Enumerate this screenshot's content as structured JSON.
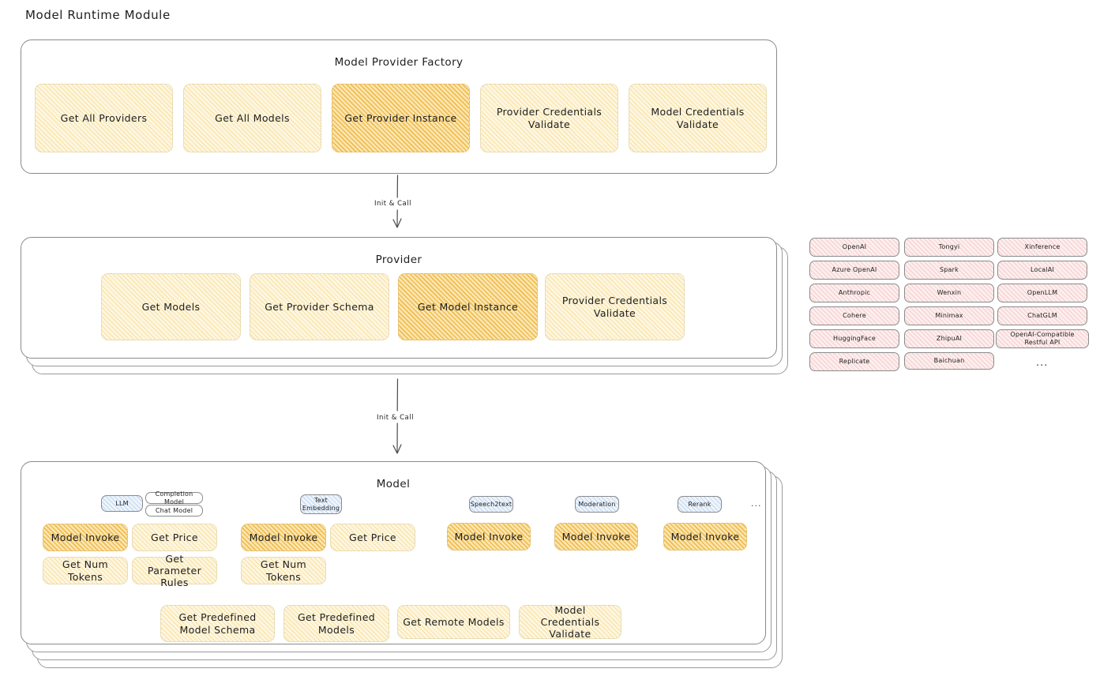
{
  "diagram": {
    "title": "Model Runtime Module",
    "colors": {
      "amber_light": "#fdf6e0",
      "amber_strong": "#fbe6b4",
      "pink": "#fdeeee",
      "blue": "#eef4fb",
      "stroke": "#8a8a8a",
      "text": "#1e1e1e"
    }
  },
  "factory": {
    "title": "Model Provider Factory",
    "boxes": [
      {
        "label": "Get All Providers",
        "highlight": false
      },
      {
        "label": "Get All Models",
        "highlight": false
      },
      {
        "label": "Get Provider Instance",
        "highlight": true
      },
      {
        "label": "Provider Credentials Validate",
        "highlight": false
      },
      {
        "label": "Model Credentials Validate",
        "highlight": false
      }
    ]
  },
  "arrows": [
    {
      "label": "Init & Call"
    },
    {
      "label": "Init & Call"
    }
  ],
  "provider": {
    "title": "Provider",
    "boxes": [
      {
        "label": "Get Models",
        "highlight": false
      },
      {
        "label": "Get Provider Schema",
        "highlight": false
      },
      {
        "label": "Get Model Instance",
        "highlight": true
      },
      {
        "label": "Provider Credentials Validate",
        "highlight": false
      }
    ]
  },
  "provider_list": {
    "columns": [
      [
        "OpenAI",
        "Azure OpenAI",
        "Anthropic",
        "Cohere",
        "HuggingFace",
        "Replicate"
      ],
      [
        "Tongyi",
        "Spark",
        "Wenxin",
        "Minimax",
        "ZhipuAI",
        "Baichuan"
      ],
      [
        "Xinference",
        "LocalAI",
        "OpenLLM",
        "ChatGLM",
        "OpenAI-Compatible Restful API"
      ]
    ],
    "more": "..."
  },
  "model": {
    "title": "Model",
    "more": "...",
    "types": [
      {
        "badge": "LLM",
        "sub_badges": [
          "Completion Model",
          "Chat Model"
        ],
        "methods": [
          {
            "label": "Model Invoke",
            "highlight": true
          },
          {
            "label": "Get Price",
            "highlight": false
          },
          {
            "label": "Get Num Tokens",
            "highlight": false
          },
          {
            "label": "Get Parameter Rules",
            "highlight": false
          }
        ]
      },
      {
        "badge": "Text Embedding",
        "sub_badges": [],
        "methods": [
          {
            "label": "Model Invoke",
            "highlight": true
          },
          {
            "label": "Get Price",
            "highlight": false
          },
          {
            "label": "Get Num Tokens",
            "highlight": false
          }
        ]
      },
      {
        "badge": "Speech2text",
        "sub_badges": [],
        "methods": [
          {
            "label": "Model Invoke",
            "highlight": true
          }
        ]
      },
      {
        "badge": "Moderation",
        "sub_badges": [],
        "methods": [
          {
            "label": "Model Invoke",
            "highlight": true
          }
        ]
      },
      {
        "badge": "Rerank",
        "sub_badges": [],
        "methods": [
          {
            "label": "Model Invoke",
            "highlight": true
          }
        ]
      }
    ],
    "shared_methods": [
      {
        "label": "Get Predefined Model Schema"
      },
      {
        "label": "Get Predefined Models"
      },
      {
        "label": "Get Remote Models"
      },
      {
        "label": "Model Credentials Validate"
      }
    ]
  }
}
